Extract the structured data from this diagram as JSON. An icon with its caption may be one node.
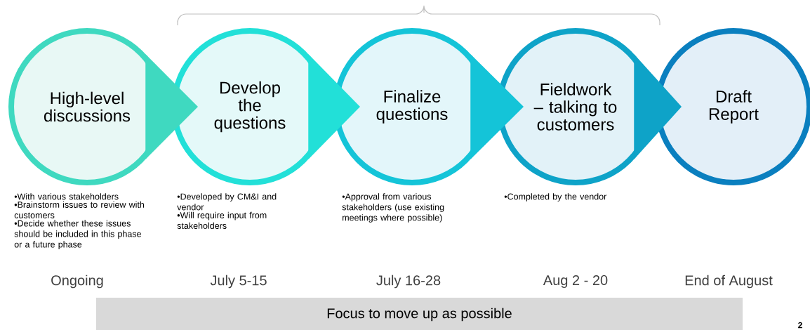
{
  "diagram": {
    "nodes": [
      {
        "text": [
          "High-level discussions"
        ],
        "beside": [
          "•With various stakeholders",
          "•Brainstorm issues to review with customers",
          "•Decide whether these issues should be included in this phase or a future phase"
        ]
      },
      {
        "text": [
          "Develop the questions"
        ],
        "beside": [
          "•Developed by CM&I and vendor",
          "•Will require input from stakeholders"
        ]
      },
      {
        "text": [
          "Finalize questions"
        ],
        "beside": [
          "•Approval from various stakeholders (use existing meetings where possible)"
        ]
      },
      {
        "text": [
          "Fieldwork – talking to customers"
        ],
        "beside": [
          "•Completed by the vendor"
        ]
      },
      {
        "text": [
          "Draft Report"
        ]
      },
      {
        "text": [
          "Focus to move up as possible"
        ]
      }
    ],
    "edges": [
      {
        "from": 0,
        "to": 1,
        "arrow": "to",
        "color": "#3fd9c0"
      },
      {
        "from": 1,
        "to": 2,
        "arrow": "to",
        "color": "#22e0d8"
      },
      {
        "from": 2,
        "to": 3,
        "arrow": "to",
        "color": "#14c4d8"
      },
      {
        "from": 3,
        "to": 4,
        "arrow": "to",
        "color": "#0ea3c8"
      }
    ],
    "labels": [
      "Ongoing",
      "July 5-15",
      "July 16-28",
      "Aug 2 - 20",
      "End of August",
      "2"
    ]
  }
}
